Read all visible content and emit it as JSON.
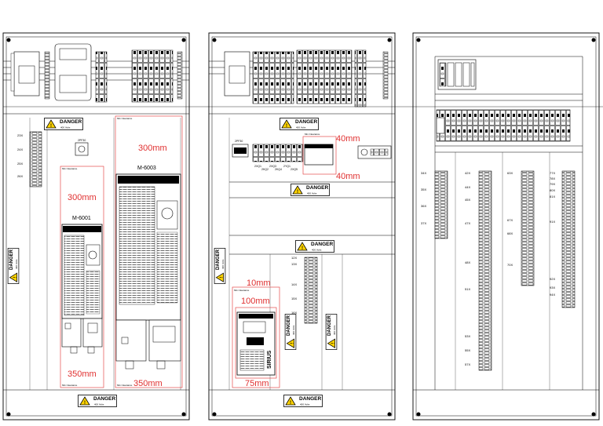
{
  "warning": {
    "title": "DANGER",
    "subtitle": "400 Volts"
  },
  "panel1": {
    "terminal_labels": [
      "23X",
      "24X",
      "25X",
      "26X"
    ],
    "relay_label": "2PF30",
    "drive_left": {
      "tag": "M-6001",
      "clearance_top": "300mm",
      "clearance_bottom": "350mm"
    },
    "drive_right": {
      "tag": "M-6003",
      "clearance_top": "300mm",
      "clearance_bottom": "350mm"
    },
    "clearance_note": "Min Clearance"
  },
  "panel2": {
    "psu_label": "2PF30",
    "breaker_labels": [
      "2XQ1",
      "2KQ2",
      "2XQ3",
      "2KQ4",
      "2YQ1",
      "2XQ5",
      "2XQ6"
    ],
    "clearance_a": "40mm",
    "clearance_b": "40mm",
    "terminal_labels": [
      "12X",
      "13X",
      "14X",
      "15X",
      "16X"
    ],
    "starter": {
      "brand": "SIRIUS",
      "clearance_top": "10mm",
      "clearance_mid": "100mm",
      "clearance_bottom": "75mm"
    },
    "clearance_note": "Min Clearance"
  },
  "panel3": {
    "terminal_col1": [
      "34X",
      "35X",
      "36X",
      "37X"
    ],
    "terminal_col2": [
      "42X",
      "44X",
      "45X",
      "47X",
      "48X",
      "51X",
      "53X",
      "55X",
      "57X"
    ],
    "terminal_col3": [
      "63X",
      "67X",
      "68X",
      "70X"
    ],
    "terminal_col4": [
      "77X",
      "78X",
      "79X",
      "80X",
      "81X",
      "91X",
      "92X",
      "93X",
      "94X"
    ]
  },
  "colors": {
    "line": "#000000",
    "clearance": "#e03030",
    "warning_fill": "#ffd400"
  }
}
